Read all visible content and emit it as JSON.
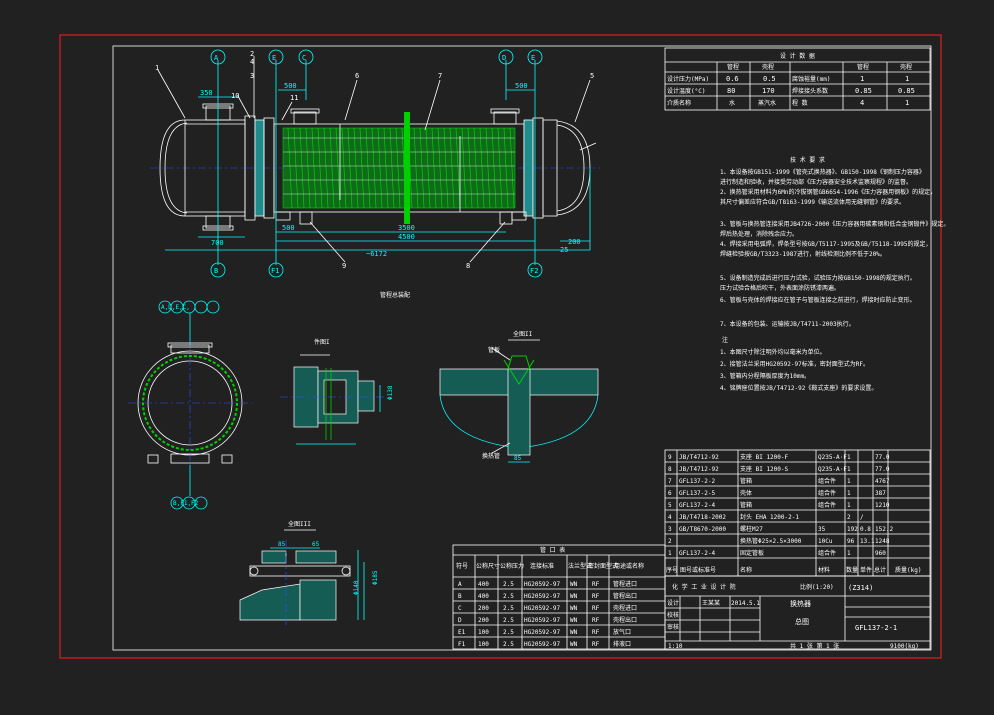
{
  "colors": {
    "background": "#212121",
    "frame": "#ff2020",
    "line": "#ffffff",
    "dimension": "#00ffff",
    "tubes": "#00d000",
    "centerline": "#3050ff",
    "hatch": "#00b8a8"
  },
  "main_view": {
    "part_numbers": [
      "1",
      "2",
      "3",
      "4",
      "5",
      "6",
      "7",
      "8",
      "9",
      "10",
      "11"
    ],
    "nozzle_tags_top": [
      "A",
      "C",
      "D",
      "E2"
    ],
    "nozzle_tags_bottom": [
      "B",
      "F1",
      "F2"
    ],
    "dims": {
      "d350": "350",
      "d500a": "500",
      "d500b": "500",
      "d700": "700",
      "d500c": "500",
      "d3500": "3500",
      "d4500": "4500",
      "d6172": "~6172",
      "d200": "200",
      "d25": "25"
    },
    "view_label": "管程总装配"
  },
  "section_view": {
    "tags_top": "A,D,E,C,",
    "tags_bottom": "B,F1,F2"
  },
  "detail_1": {
    "label": "件图I",
    "dim": "Φ138"
  },
  "detail_2": {
    "label": "全图II",
    "dim": "85",
    "label_a": "管板",
    "label_b": "换热管"
  },
  "detail_3": {
    "label": "全图III",
    "dim_a": "85",
    "dim_b": "65",
    "dim_c": "Φ185",
    "dim_d": "Φ140"
  },
  "design_data": {
    "title": "设 计 数 据",
    "rows": [
      {
        "name": "设计压力(MPa)",
        "v1": "0.6",
        "v2": "0.5",
        "name2": "腐蚀裕量(mm)",
        "v3": "1",
        "v4": "1"
      },
      {
        "name": "设计温度(°C)",
        "v1": "80",
        "v2": "170",
        "name2": "焊接接头系数",
        "v3": "0.85",
        "v4": "0.85"
      },
      {
        "name": "介质名称",
        "v1": "水",
        "v2": "蒸汽水",
        "name2": "程 数",
        "v3": "4",
        "v4": "1"
      }
    ],
    "col_heads": [
      "",
      "管程",
      "壳程",
      "",
      "管程",
      "壳程"
    ]
  },
  "tech_requirements": {
    "title": "技 术 要 求",
    "items": [
      "1、本设备按GB151-1999《管壳式换热器》、GB150-1998《钢制压力容器》",
      "   进行制造和验收，并接受劳动部《压力容器安全技术监察规程》的监督。",
      "2、换热管采用材料为6Mn的冷拔钢管GB6654-1996《压力容器用钢板》的规定，",
      "   其尺寸偏差应符合GB/T8163-1999《输送流体用无缝钢管》的要求。",
      "3、管板与换热管连接采用JB4726-2000《压力容器用碳素钢和低合金钢锻件》规定。",
      "   焊后热处理，消除残余应力。",
      "4、焊接采用电弧焊，焊条型号按GB/T5117-1995及GB/T5118-1995的规定，",
      "   焊缝检验按GB/T3323-1987进行，射线检测比例不低于20%。",
      "5、设备制造完成后进行压力试验，试验压力按GB150-1998的规定执行。",
      "   压力试验合格后吹干，外表面涂防锈漆两遍。",
      "6、管板与壳体的焊接应在管子与管板连接之前进行，焊接时应防止变形。",
      "7、本设备的包装、运输按JB/T4711-2003执行。"
    ],
    "note_title": "注",
    "notes": [
      "1、本图尺寸除注明外均以毫米为单位。",
      "2、接管法兰采用HG20592-97标准，密封面型式为RF。",
      "3、管箱内分程隔板厚度为10mm。",
      "4、铭牌座位置按JB/T4712-92《鞍式支座》的要求设置。"
    ]
  },
  "nozzle_table": {
    "title": "管 口 表",
    "headers": [
      "符号",
      "公称尺寸",
      "公称压力",
      "连接标准",
      "法兰型式",
      "密封面型式",
      "用途或名称"
    ],
    "rows": [
      [
        "A",
        "400",
        "2.5",
        "HG20592-97",
        "WN",
        "RF",
        "管程进口"
      ],
      [
        "B",
        "400",
        "2.5",
        "HG20592-97",
        "WN",
        "RF",
        "管程出口"
      ],
      [
        "C",
        "200",
        "2.5",
        "HG20592-97",
        "WN",
        "RF",
        "壳程进口"
      ],
      [
        "D",
        "200",
        "2.5",
        "HG20592-97",
        "WN",
        "RF",
        "壳程出口"
      ],
      [
        "E1",
        "100",
        "2.5",
        "HG20592-97",
        "WN",
        "RF",
        "放气口"
      ],
      [
        "F1",
        "100",
        "2.5",
        "HG20592-97",
        "WN",
        "RF",
        "排液口"
      ]
    ]
  },
  "bom": {
    "rows": [
      [
        "9",
        "JB/T4712-92",
        "支座 BI 1200-F",
        "Q235-A·F",
        "1",
        "",
        "77.0"
      ],
      [
        "8",
        "JB/T4712-92",
        "支座 BI 1200-S",
        "Q235-A·F",
        "1",
        "",
        "77.0"
      ],
      [
        "7",
        "GFL137-2-2",
        "管箱",
        "组合件",
        "1",
        "",
        "4767"
      ],
      [
        "6",
        "GFL137-2-5",
        "壳体",
        "组合件",
        "1",
        "",
        "387"
      ],
      [
        "5",
        "GFL137-2-4",
        "管箱",
        "组合件",
        "1",
        "",
        "1210"
      ],
      [
        "4",
        "JB/T4718-2002",
        "封头 EHA 1200-2-1",
        "",
        "2",
        "/",
        ""
      ],
      [
        "3",
        "GB/T8670-2000",
        "螺柱M27",
        "35",
        "192",
        "0.8",
        "152.2"
      ],
      [
        "2",
        "",
        "换热管Φ25×2.5×3000",
        "10Cu",
        "96",
        "13.1",
        "1248"
      ],
      [
        "1",
        "GFL137-2-4",
        "固定管板",
        "组合件",
        "1",
        "",
        "960"
      ]
    ],
    "header": [
      "序号",
      "图号或标准号",
      "名称",
      "材料",
      "数量",
      "单件",
      "总计"
    ],
    "mass_note": "质量(kg)"
  },
  "title_block": {
    "org": "化 学 工 业 设 计 院",
    "scale_note": "比例(1:20)",
    "drawing_title": "换热器",
    "subtitle": "总图",
    "drawing_no": "GFL137-2-1",
    "project": "(Z314)",
    "roles": [
      "设计",
      "校核",
      "审核"
    ],
    "names": [
      "王某某",
      "2014.5.1"
    ],
    "sheet_info": "共 1 张  第 1 张",
    "scale": "1:10",
    "weight": "9100(kg)"
  }
}
